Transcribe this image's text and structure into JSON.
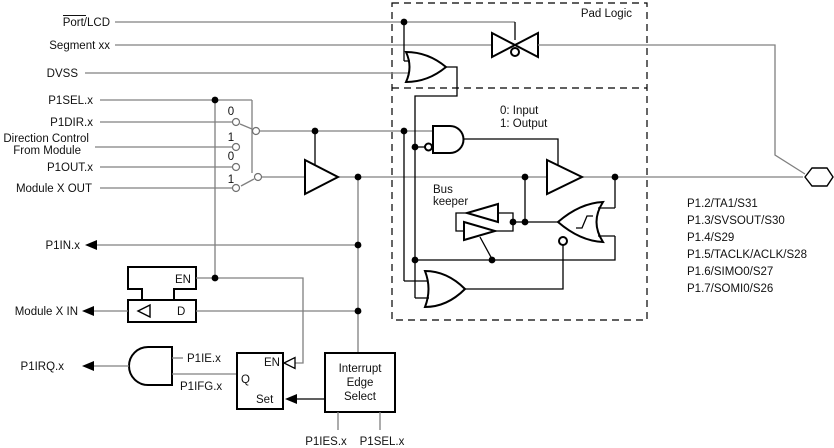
{
  "diagram": {
    "pad_logic_title": "Pad Logic",
    "left_signals": {
      "port_lcd": "Port/LCD",
      "segment": "Segment xx",
      "dvss": "DVSS",
      "p1sel": "P1SEL.x",
      "p1dir": "P1DIR.x",
      "dir_ctrl_line1": "Direction Control",
      "dir_ctrl_line2": "From Module",
      "p1out": "P1OUT.x",
      "module_out": "Module X OUT",
      "p1in": "P1IN.x",
      "module_in": "Module X IN",
      "p1irq": "P1IRQ.x"
    },
    "mux": {
      "sel0": "0",
      "sel1": "1"
    },
    "notes": {
      "mode0": "0: Input",
      "mode1": "1: Output",
      "bus_keeper_line1": "Bus",
      "bus_keeper_line2": "keeper"
    },
    "latch": {
      "en": "EN",
      "d": "D"
    },
    "flipflop": {
      "q": "Q",
      "en": "EN",
      "set": "Set"
    },
    "interrupt_box": {
      "line1": "Interrupt",
      "line2": "Edge",
      "line3": "Select"
    },
    "interrupt_signals": {
      "p1ie": "P1IE.x",
      "p1ifg": "P1IFG.x",
      "p1ies": "P1IES.x",
      "p1sel": "P1SEL.x"
    },
    "pins": [
      "P1.2/TA1/S31",
      "P1.3/SVSOUT/S30",
      "P1.4/S29",
      "P1.5/TACLK/ACLK/S28",
      "P1.6/SIMO0/S27",
      "P1.7/SOMI0/S26"
    ],
    "colors": {
      "wire": "#808080",
      "ink": "#000000",
      "background": "#ffffff"
    }
  }
}
